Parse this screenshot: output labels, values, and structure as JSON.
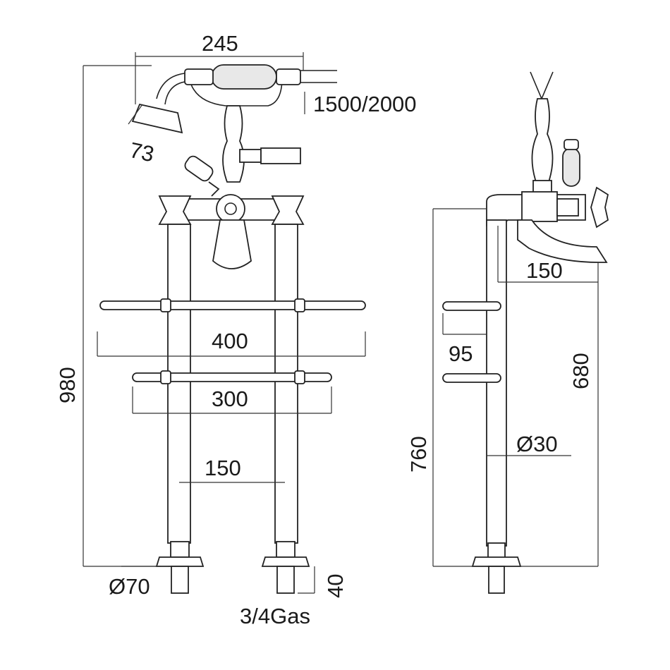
{
  "front_view": {
    "dim_width_top": "245",
    "dim_hose": "1500/2000",
    "dim_shower_head": "73",
    "dim_total_height": "980",
    "dim_rail_upper": "400",
    "dim_rail_lower": "300",
    "dim_leg_spacing": "150",
    "dim_foot_diameter": "Ø70",
    "dim_inlet_length": "40",
    "dim_thread": "3/4Gas"
  },
  "side_view": {
    "dim_spout_reach": "150",
    "dim_rail_spacing": "95",
    "dim_spout_height": "680",
    "dim_tap_height": "760",
    "dim_pipe_diameter": "Ø30"
  }
}
